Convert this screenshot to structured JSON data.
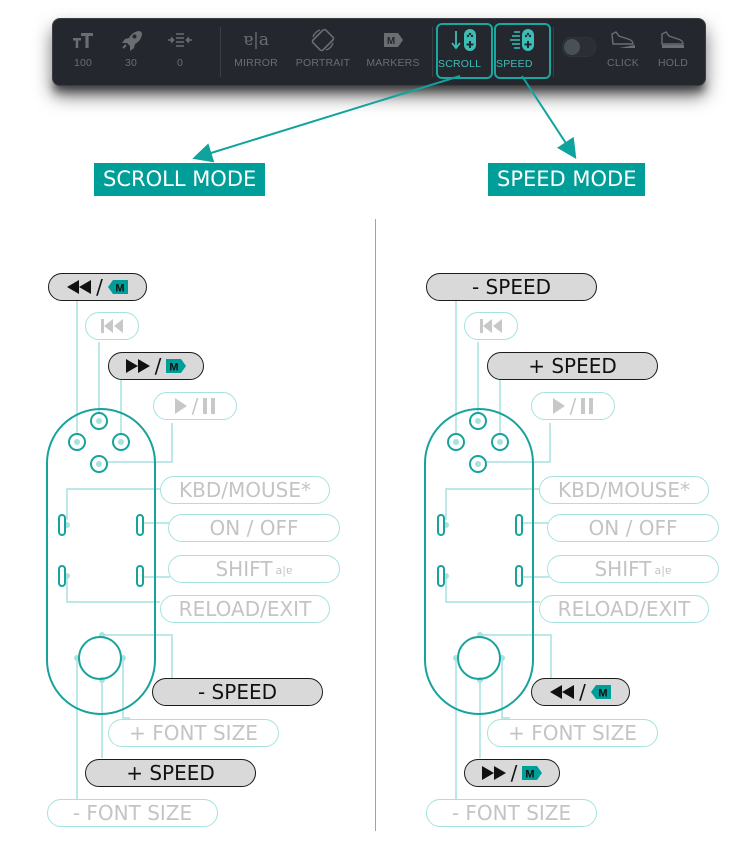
{
  "toolbar": {
    "items": [
      {
        "id": "font-size",
        "icon": "font-size-icon",
        "label": "100"
      },
      {
        "id": "speed",
        "icon": "rocket-icon",
        "label": "30"
      },
      {
        "id": "margin",
        "icon": "margin-indent-icon",
        "label": "0"
      },
      {
        "id": "mirror",
        "icon": "mirror-icon",
        "label": "MIRROR",
        "icon_text": "ɐ|a"
      },
      {
        "id": "portrait",
        "icon": "rotate-icon",
        "label": "PORTRAIT"
      },
      {
        "id": "markers",
        "icon": "marker-icon",
        "label": "MARKERS",
        "icon_text": "M"
      },
      {
        "id": "scroll",
        "icon": "scroll-gamepad-icon",
        "label": "SCROLL",
        "active": true
      },
      {
        "id": "speed-mode",
        "icon": "speed-gamepad-icon",
        "label": "SPEED",
        "active": true
      },
      {
        "id": "toggle",
        "icon": "toggle-switch",
        "label": ""
      },
      {
        "id": "click",
        "icon": "shoe-click-icon",
        "label": "CLICK"
      },
      {
        "id": "hold",
        "icon": "shoe-hold-icon",
        "label": "HOLD"
      }
    ]
  },
  "modes": {
    "scroll": {
      "title": "SCROLL MODE",
      "labels": {
        "top_left": {
          "type": "rewind-marker",
          "slash": "/",
          "marker": "M"
        },
        "skip_back": {
          "icon": "skip-back-icon"
        },
        "top_right": {
          "type": "forward-marker",
          "slash": "/",
          "marker": "M"
        },
        "play_pause": {
          "icon": "play-pause-icon",
          "slash": "/"
        },
        "kbd_mouse": "KBD/MOUSE*",
        "on_off": "ON / OFF",
        "shift": "SHIFT",
        "shift_sup": "a|ɐ",
        "reload_exit": "RELOAD/EXIT",
        "stick_right": "- SPEED",
        "plus_font": "+ FONT SIZE",
        "stick_down": "+ SPEED",
        "minus_font": "- FONT SIZE"
      }
    },
    "speed": {
      "title": "SPEED MODE",
      "labels": {
        "top_left": "- SPEED",
        "skip_back": {
          "icon": "skip-back-icon"
        },
        "top_right": "+ SPEED",
        "play_pause": {
          "icon": "play-pause-icon",
          "slash": "/"
        },
        "kbd_mouse": "KBD/MOUSE*",
        "on_off": "ON / OFF",
        "shift": "SHIFT",
        "shift_sup": "a|ɐ",
        "reload_exit": "RELOAD/EXIT",
        "stick_right": {
          "type": "rewind-marker",
          "slash": "/",
          "marker": "M"
        },
        "plus_font": "+ FONT SIZE",
        "stick_down": {
          "type": "forward-marker",
          "slash": "/",
          "marker": "M"
        },
        "minus_font": "- FONT SIZE"
      }
    }
  },
  "colors": {
    "accent": "#009e98",
    "accent_light": "#a6e2df",
    "toolbar_bg": "#24272d",
    "pill_dark_bg": "#d9d9d9",
    "pill_light_text": "#c4c4c4"
  }
}
